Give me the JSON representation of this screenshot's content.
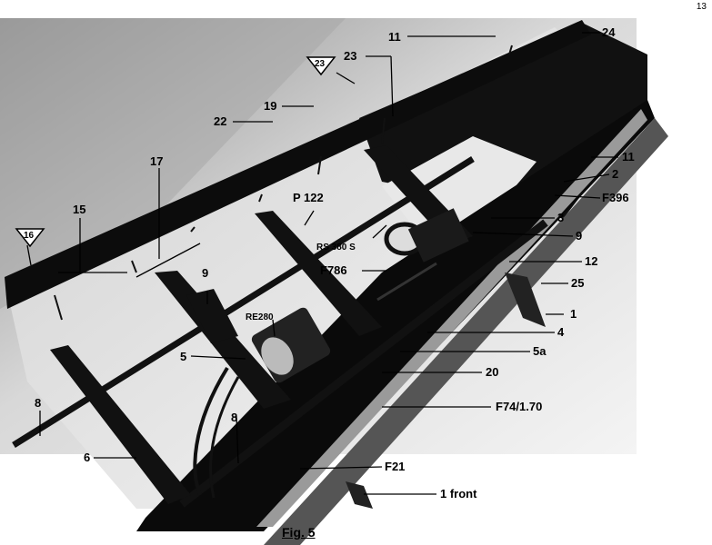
{
  "page_number": "13",
  "figure_caption": "Fig. 5",
  "callouts": {
    "c11_top": "11",
    "c23_tri": "23",
    "c23": "23",
    "c24": "24",
    "c19": "19",
    "c22": "22",
    "c17": "17",
    "c15": "15",
    "c16_tri": "16",
    "c11_right": "11",
    "c2": "2",
    "cF396": "F396",
    "cP122": "P 122",
    "c3": "3",
    "cRS380S": "RS 380 S",
    "c9_right": "9",
    "c12": "12",
    "cF786": "F786",
    "c9_left": "9",
    "c25": "25",
    "c1": "1",
    "cRE280": "RE280",
    "c4": "4",
    "c5": "5",
    "c5a": "5a",
    "c20": "20",
    "c8_left": "8",
    "cF74": "F74/1.70",
    "c8_mid": "8",
    "c6": "6",
    "cF21": "F21",
    "c1front": "1 front"
  }
}
